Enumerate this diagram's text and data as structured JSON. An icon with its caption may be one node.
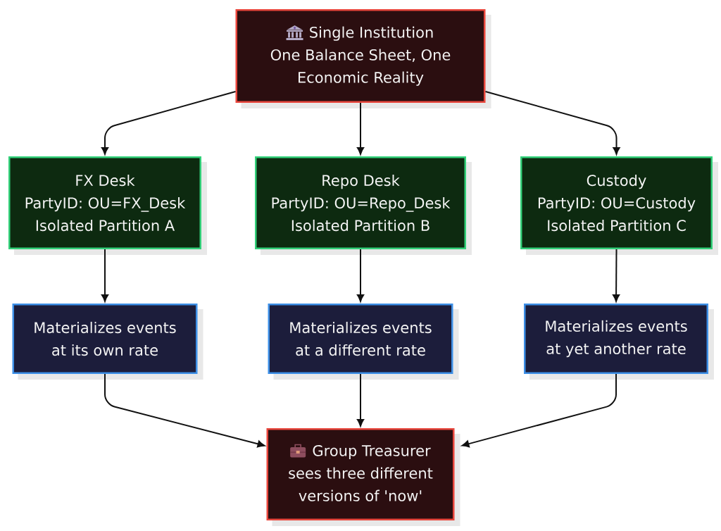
{
  "diagram": {
    "nodes": [
      {
        "text": [
          "Single Institution",
          "One Balance Sheet, One Economic Reality"
        ]
      },
      {
        "text": [
          "FX Desk",
          "PartyID: OU=FX_Desk",
          "Isolated Partition A"
        ]
      },
      {
        "text": [
          "Repo Desk",
          "PartyID: OU=Repo_Desk",
          "Isolated Partition B"
        ]
      },
      {
        "text": [
          "Custody",
          "PartyID: OU=Custody",
          "Isolated Partition C"
        ]
      },
      {
        "text": [
          "Materializes events at its own rate"
        ]
      },
      {
        "text": [
          "Materializes events at a different rate"
        ]
      },
      {
        "text": [
          "Materializes events at yet another rate"
        ]
      },
      {
        "text": [
          "Group Treasurer",
          "sees three different versions of 'now'"
        ]
      }
    ],
    "edges": [
      {
        "from": 0,
        "to": 1,
        "arrow": "to"
      },
      {
        "from": 0,
        "to": 2,
        "arrow": "to"
      },
      {
        "from": 0,
        "to": 3,
        "arrow": "to"
      },
      {
        "from": 1,
        "to": 4,
        "arrow": "to"
      },
      {
        "from": 2,
        "to": 5,
        "arrow": "to"
      },
      {
        "from": 3,
        "to": 6,
        "arrow": "to"
      },
      {
        "from": 4,
        "to": 7,
        "arrow": "to"
      },
      {
        "from": 5,
        "to": 7,
        "arrow": "to"
      },
      {
        "from": 6,
        "to": 7,
        "arrow": "to"
      }
    ]
  }
}
